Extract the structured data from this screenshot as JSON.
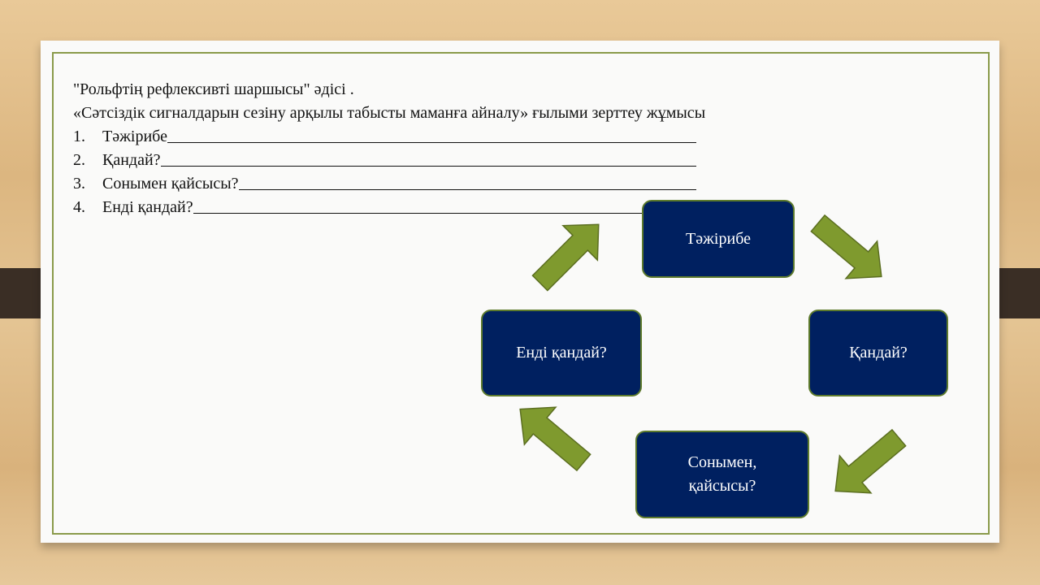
{
  "title": "\"Рольфтің рефлексивті шаршысы\" әдісі .",
  "subtitle": "«Сәтсіздік сигналдарын сезіну арқылы табысты маманға айналу» ғылыми зерттеу жұмысы",
  "items": [
    {
      "num": "1.",
      "label": "Тәжірибе"
    },
    {
      "num": "2.",
      "label": "Қандай?"
    },
    {
      "num": "3.",
      "label": "Сонымен қайсысы?"
    },
    {
      "num": "4.",
      "label": "Енді қандай?"
    }
  ],
  "cycle": {
    "top": "Тәжірибе",
    "right": "Қандай?",
    "bottom": "Сонымен, қайсысы?",
    "left": "Енді қандай?"
  },
  "colors": {
    "box": "#002060",
    "arrow": "#7f9a2e"
  }
}
